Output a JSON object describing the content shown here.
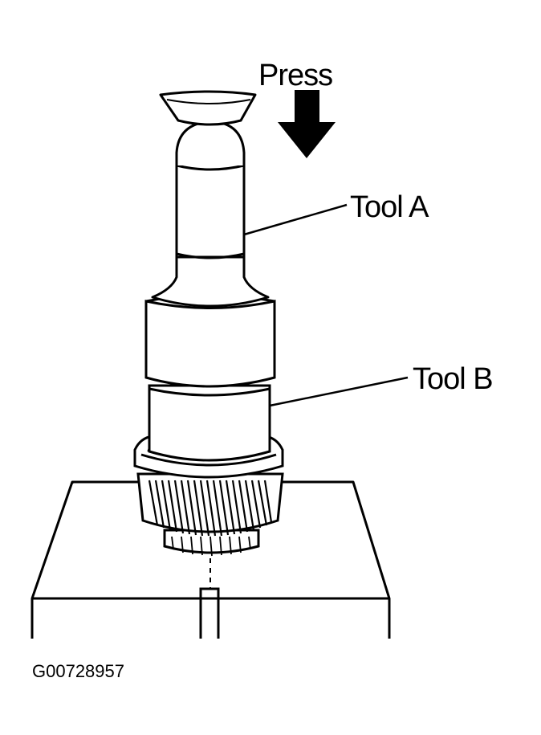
{
  "labels": {
    "press": "Press",
    "tool_a": "Tool A",
    "tool_b": "Tool B",
    "figure_id": "G00728957"
  },
  "colors": {
    "ink": "#000000",
    "paper": "#ffffff"
  },
  "icons": {
    "press_arrow": "down-arrow-icon"
  }
}
